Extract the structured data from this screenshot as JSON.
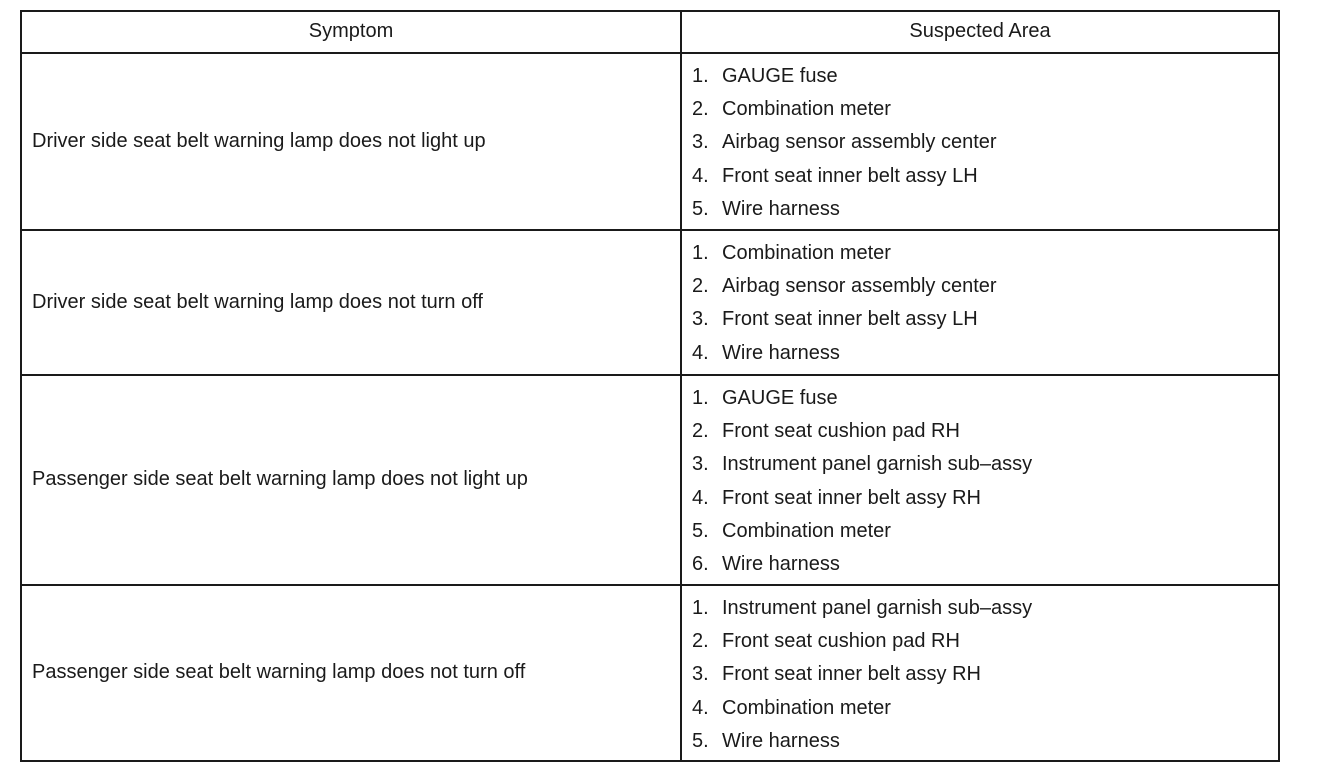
{
  "table": {
    "headers": {
      "symptom": "Symptom",
      "suspected_area": "Suspected Area"
    },
    "rows": [
      {
        "symptom": "Driver side seat belt warning lamp does not light up",
        "areas": [
          {
            "num": "1.",
            "text": "GAUGE fuse"
          },
          {
            "num": "2.",
            "text": "Combination meter"
          },
          {
            "num": "3.",
            "text": "Airbag sensor assembly center"
          },
          {
            "num": "4.",
            "text": "Front seat inner belt assy LH"
          },
          {
            "num": "5.",
            "text": "Wire harness"
          }
        ]
      },
      {
        "symptom": "Driver side seat belt warning lamp does not turn off",
        "areas": [
          {
            "num": "1.",
            "text": "Combination meter"
          },
          {
            "num": "2.",
            "text": "Airbag sensor assembly center"
          },
          {
            "num": "3.",
            "text": "Front seat inner belt assy LH"
          },
          {
            "num": "4.",
            "text": "Wire harness"
          }
        ]
      },
      {
        "symptom": "Passenger side seat belt warning lamp does not light up",
        "areas": [
          {
            "num": "1.",
            "text": "GAUGE fuse"
          },
          {
            "num": "2.",
            "text": "Front seat cushion pad RH"
          },
          {
            "num": "3.",
            "text": "Instrument panel garnish sub–assy"
          },
          {
            "num": "4.",
            "text": "Front seat inner belt assy RH"
          },
          {
            "num": "5.",
            "text": "Combination meter"
          },
          {
            "num": "6.",
            "text": "Wire harness"
          }
        ]
      },
      {
        "symptom": "Passenger side seat belt warning lamp does not turn off",
        "areas": [
          {
            "num": "1.",
            "text": "Instrument panel garnish sub–assy"
          },
          {
            "num": "2.",
            "text": "Front seat cushion pad RH"
          },
          {
            "num": "3.",
            "text": "Front seat inner belt assy RH"
          },
          {
            "num": "4.",
            "text": "Combination meter"
          },
          {
            "num": "5.",
            "text": "Wire harness"
          }
        ]
      }
    ]
  }
}
